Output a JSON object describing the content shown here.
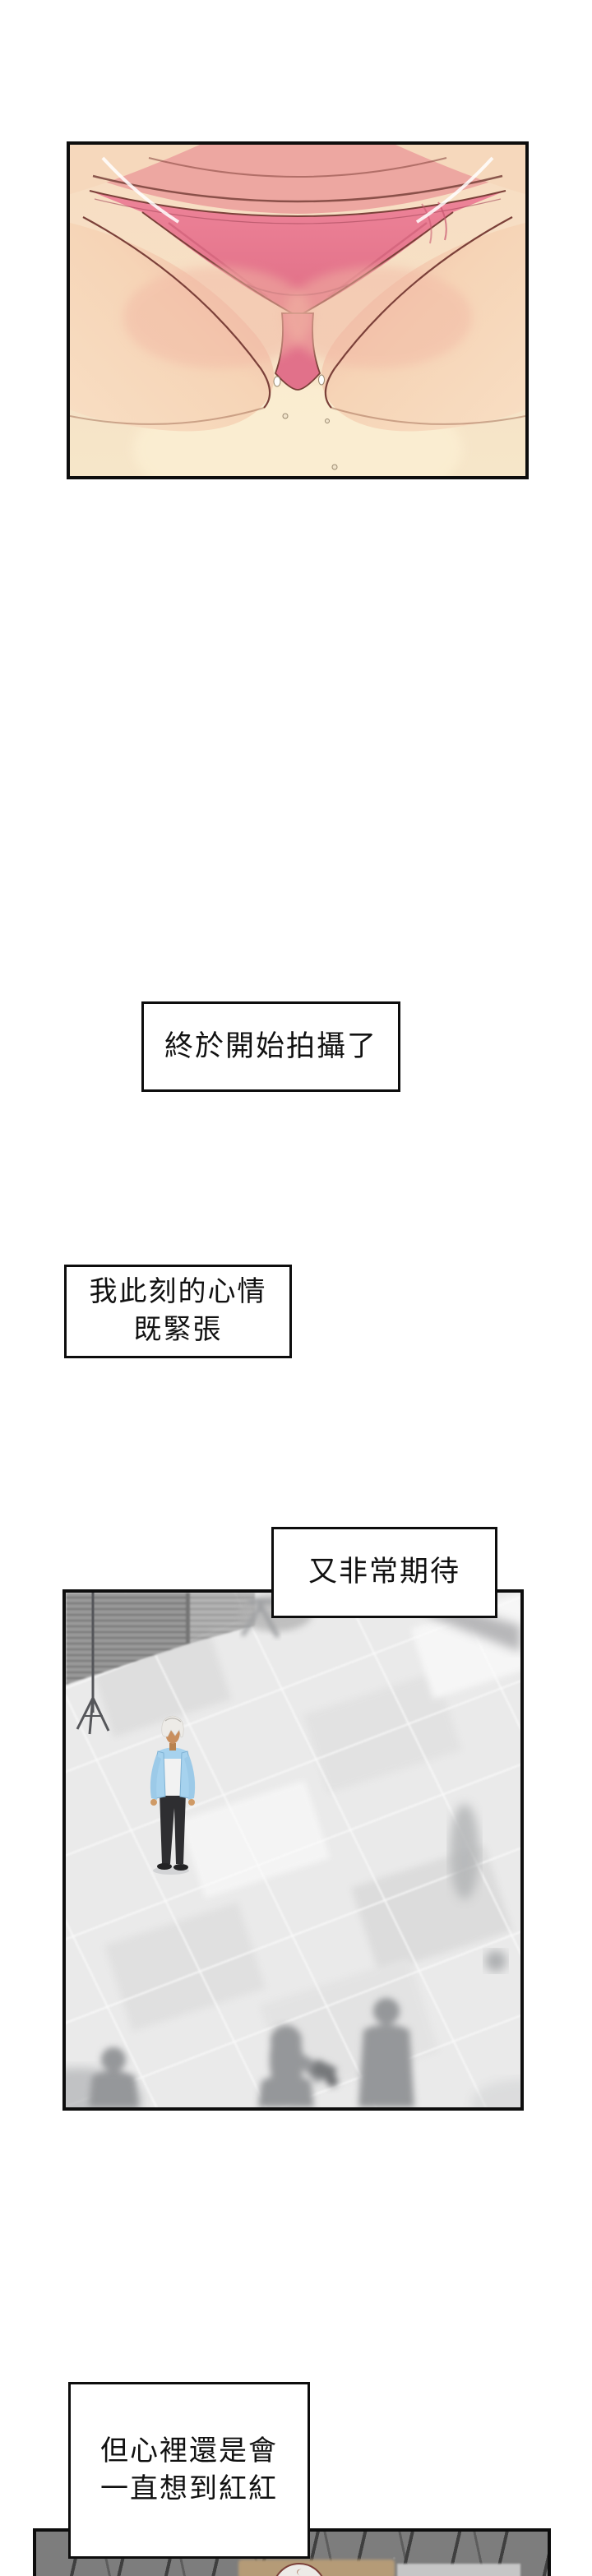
{
  "page": {
    "kind": "webtoon comic strip page",
    "background": "#ffffff"
  },
  "narration": {
    "box1": {
      "text": "終於開始拍攝了"
    },
    "box2": {
      "line1": "我此刻的心情",
      "line2": "既緊張"
    },
    "box3": {
      "text": "又非常期待"
    },
    "box4": {
      "line1": "但心裡還是會",
      "line2": "一直想到紅紅"
    }
  },
  "panels": [
    {
      "id": "panel-1",
      "alt": "close-up illustration: pink underwear between thighs, skin tones, droplets"
    },
    {
      "id": "panel-2",
      "alt": "blurred grayscale plaza with tiled floor; man in light-blue jacket and white hair standing near a light stand and fence; blurry silhouettes of onlookers and a camera operator at the bottom"
    },
    {
      "id": "panel-3",
      "alt": "partial panel: gray cobblestone ground seen from above, top of a white-haired head entering from below"
    }
  ],
  "palette": {
    "page_bg": "#ffffff",
    "panel_border": "#0d0d0d",
    "text_color": "#111111",
    "skin_light": "#f7dcc1",
    "skin_shade": "#eeb3a4",
    "belly_pink": "#eda7a1",
    "fabric_pink": "#ee8499",
    "fabric_pink_dark": "#df6d85",
    "waistband_pink": "#f3a3b1",
    "outline_brown": "#7b4039",
    "floor_gray": "#eaeaea",
    "grout_white": "#fbfbfb",
    "fence_gray": "#9a9a9a",
    "silhouette_gray": "#95979a",
    "jacket_blue": "#a6d2ee",
    "shirt_white": "#f2f2f2",
    "pants_dark": "#2e2e31",
    "hair_white": "#edebe7",
    "face_tan": "#c98f5e",
    "cobble_gray": "#7d7d7d",
    "cobble_joint": "#3f3f3f",
    "stone_tan": "#b59b77",
    "stone_light": "#c6c6c6"
  }
}
